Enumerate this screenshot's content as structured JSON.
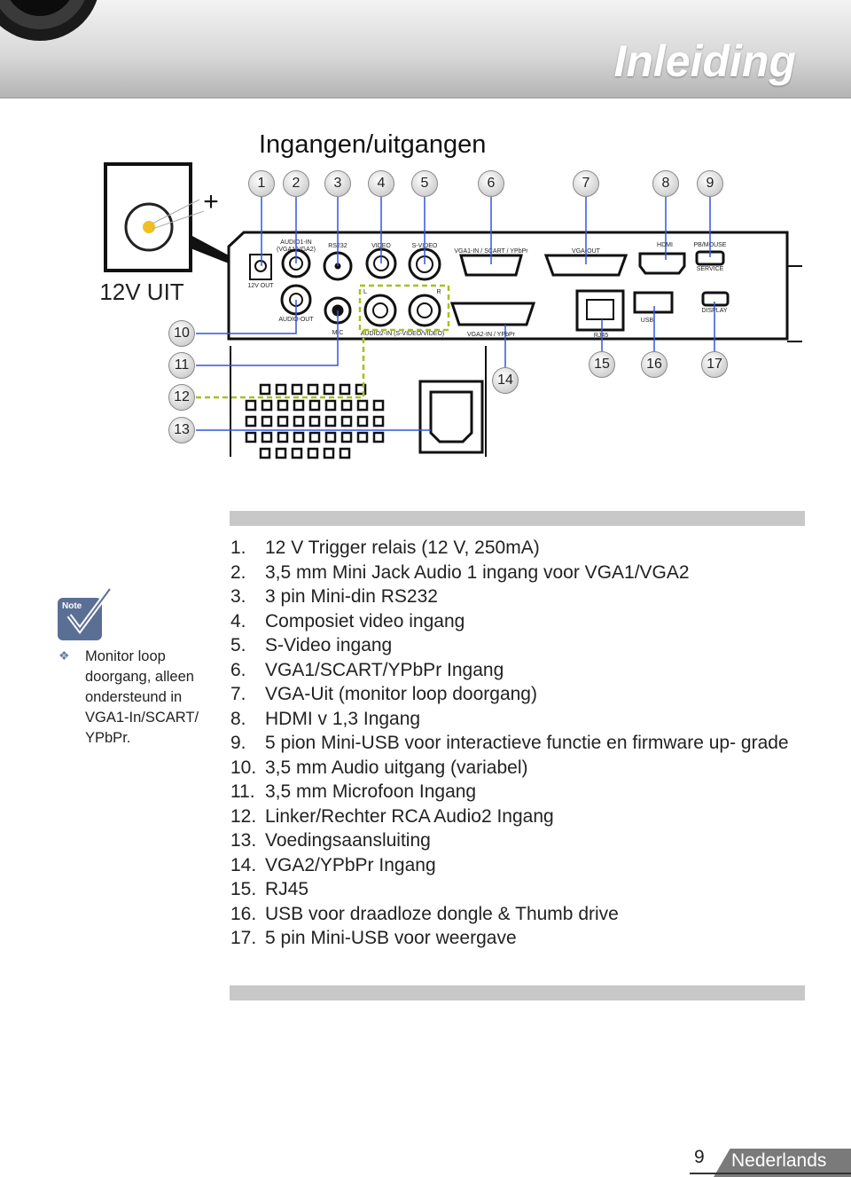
{
  "header": {
    "title": "Inleiding"
  },
  "section": {
    "title": "Ingangen/uitgangen"
  },
  "diagram": {
    "plus_sign": "+",
    "trigger_label": "12V UIT",
    "callouts": [
      "1",
      "2",
      "3",
      "4",
      "5",
      "6",
      "7",
      "8",
      "9",
      "10",
      "11",
      "12",
      "13",
      "14",
      "15",
      "16",
      "17"
    ],
    "panel_labels": {
      "audio1_in": "AUDIO1-IN",
      "audio1_in_sub": "(VGA1/VGA2)",
      "rs232": "RS232",
      "video": "VIDEO",
      "s_video": "S-VIDEO",
      "vga1_in": "VGA1-IN / SCART / YPbPr",
      "vga_out": "VGA-OUT",
      "hdmi": "HDMI",
      "pb_mouse": "PB/MOUSE",
      "service": "SERVICE",
      "v12_out": "12V OUT",
      "audio_out": "AUDIO-OUT",
      "mic": "MIC",
      "left": "L",
      "right": "R",
      "audio2_in": "AUDIO2-IN (S-VIDEO/VIDEO)",
      "vga2_in": "VGA2-IN / YPbPr",
      "rj45": "RJ45",
      "usb": "USB",
      "display": "DISPLAY"
    }
  },
  "note": {
    "icon_label": "Note",
    "bullet_icon": "diamond-bullet-icon",
    "text": "Monitor loop doorgang, alleen ondersteund in VGA1-In/SCART/ YPbPr."
  },
  "list": [
    {
      "num": "1.",
      "text": "12 V Trigger relais (12 V, 250mA)"
    },
    {
      "num": "2.",
      "text": "3,5 mm Mini Jack Audio 1 ingang voor VGA1/VGA2"
    },
    {
      "num": "3.",
      "text": "3 pin Mini-din RS232"
    },
    {
      "num": "4.",
      "text": "Composiet video ingang"
    },
    {
      "num": "5.",
      "text": "S-Video ingang"
    },
    {
      "num": "6.",
      "text": "VGA1/SCART/YPbPr Ingang"
    },
    {
      "num": "7.",
      "text": "VGA-Uit (monitor loop doorgang)"
    },
    {
      "num": "8.",
      "text": "HDMI v 1,3 Ingang"
    },
    {
      "num": "9.",
      "text": "5 pion Mini-USB voor interactieve functie en firmware up- grade"
    },
    {
      "num": "10.",
      "text": "3,5 mm Audio uitgang (variabel)"
    },
    {
      "num": "11.",
      "text": "3,5 mm Microfoon Ingang"
    },
    {
      "num": "12.",
      "text": "Linker/Rechter RCA Audio2 Ingang"
    },
    {
      "num": "13.",
      "text": "Voedingsaansluiting"
    },
    {
      "num": "14.",
      "text": "VGA2/YPbPr Ingang"
    },
    {
      "num": "15.",
      "text": "RJ45"
    },
    {
      "num": "16.",
      "text": "USB voor draadloze dongle & Thumb drive"
    },
    {
      "num": "17.",
      "text": "5 pin Mini-USB voor weergave"
    }
  ],
  "footer": {
    "page_number": "9",
    "language": "Nederlands"
  }
}
